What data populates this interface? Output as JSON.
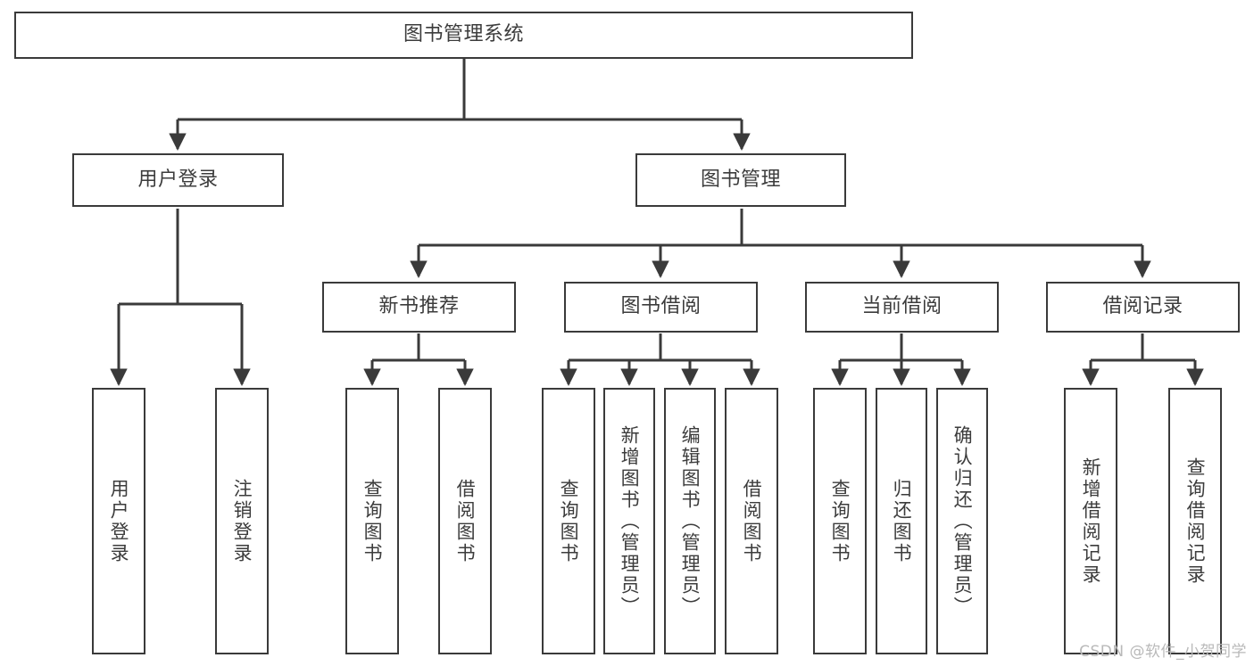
{
  "diagram": {
    "title": "图书管理系统",
    "type": "tree-hierarchy",
    "root": {
      "label": "图书管理系统"
    },
    "level2": [
      {
        "label": "用户登录"
      },
      {
        "label": "图书管理"
      }
    ],
    "level3": [
      {
        "label": "新书推荐"
      },
      {
        "label": "图书借阅"
      },
      {
        "label": "当前借阅"
      },
      {
        "label": "借阅记录"
      }
    ],
    "leaves": {
      "user_login": [
        {
          "label": "用户登录"
        },
        {
          "label": "注销登录"
        }
      ],
      "new_book_recommend": [
        {
          "label": "查询图书"
        },
        {
          "label": "借阅图书"
        }
      ],
      "book_borrow": [
        {
          "label": "查询图书"
        },
        {
          "label": "新增图书（管理员）"
        },
        {
          "label": "编辑图书（管理员）"
        },
        {
          "label": "借阅图书"
        }
      ],
      "current_borrow": [
        {
          "label": "查询图书"
        },
        {
          "label": "归还图书"
        },
        {
          "label": "确认归还（管理员）"
        }
      ],
      "borrow_record": [
        {
          "label": "新增借阅记录"
        },
        {
          "label": "查询借阅记录"
        }
      ]
    }
  },
  "watermark": {
    "text": "CSDN @软件_小贺同学"
  },
  "colors": {
    "stroke": "#3a3a3a",
    "text": "#3c3c3c",
    "background": "#ffffff",
    "watermark": "#b9b9b9"
  }
}
